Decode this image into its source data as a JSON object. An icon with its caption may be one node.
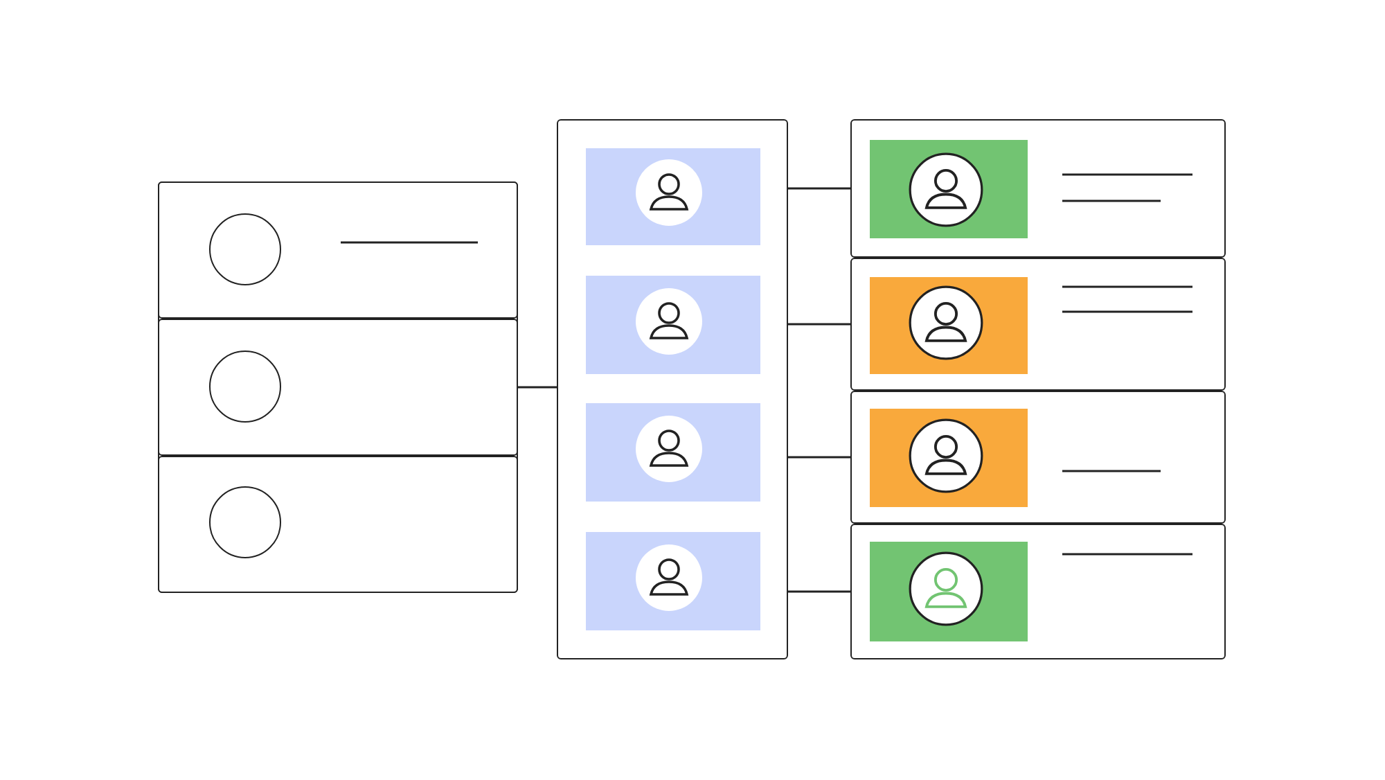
{
  "diagram": {
    "nodes": [
      {
        "text": [],
        "shape": "box"
      },
      {
        "text": [],
        "shape": "box",
        "in": 0
      },
      {
        "text": [],
        "shape": "circle",
        "in": 1
      },
      {
        "text": [],
        "shape": "box",
        "in": 0
      },
      {
        "text": [],
        "shape": "circle",
        "in": 3
      },
      {
        "text": [],
        "shape": "box",
        "in": 0
      },
      {
        "text": [],
        "shape": "circle",
        "in": 5
      },
      {
        "text": [],
        "shape": "box"
      },
      {
        "text": [],
        "shape": "box",
        "in": 7
      },
      {
        "text": [],
        "shape": "person",
        "in": 8
      },
      {
        "text": [],
        "shape": "box",
        "in": 7
      },
      {
        "text": [],
        "shape": "person",
        "in": 10
      },
      {
        "text": [],
        "shape": "box",
        "in": 7
      },
      {
        "text": [],
        "shape": "person",
        "in": 12
      },
      {
        "text": [],
        "shape": "box",
        "in": 7
      },
      {
        "text": [],
        "shape": "person",
        "in": 14
      },
      {
        "text": [],
        "shape": "box"
      },
      {
        "text": [],
        "shape": "box",
        "in": 16
      },
      {
        "text": [],
        "shape": "person",
        "in": 17
      },
      {
        "text": [],
        "shape": "box"
      },
      {
        "text": [],
        "shape": "box",
        "in": 19
      },
      {
        "text": [],
        "shape": "person",
        "in": 20
      },
      {
        "text": [],
        "shape": "box"
      },
      {
        "text": [],
        "shape": "box",
        "in": 22
      },
      {
        "text": [],
        "shape": "person",
        "in": 23
      },
      {
        "text": [],
        "shape": "box"
      },
      {
        "text": [],
        "shape": "box",
        "in": 25
      },
      {
        "text": [],
        "shape": "person",
        "in": 26
      }
    ],
    "edges": [
      {
        "from": 0,
        "to": 7,
        "arrow": "none"
      },
      {
        "from": 7,
        "to": 16,
        "arrow": "none"
      },
      {
        "from": 7,
        "to": 19,
        "arrow": "none"
      },
      {
        "from": 7,
        "to": 22,
        "arrow": "none"
      },
      {
        "from": 7,
        "to": 25,
        "arrow": "none"
      }
    ]
  }
}
